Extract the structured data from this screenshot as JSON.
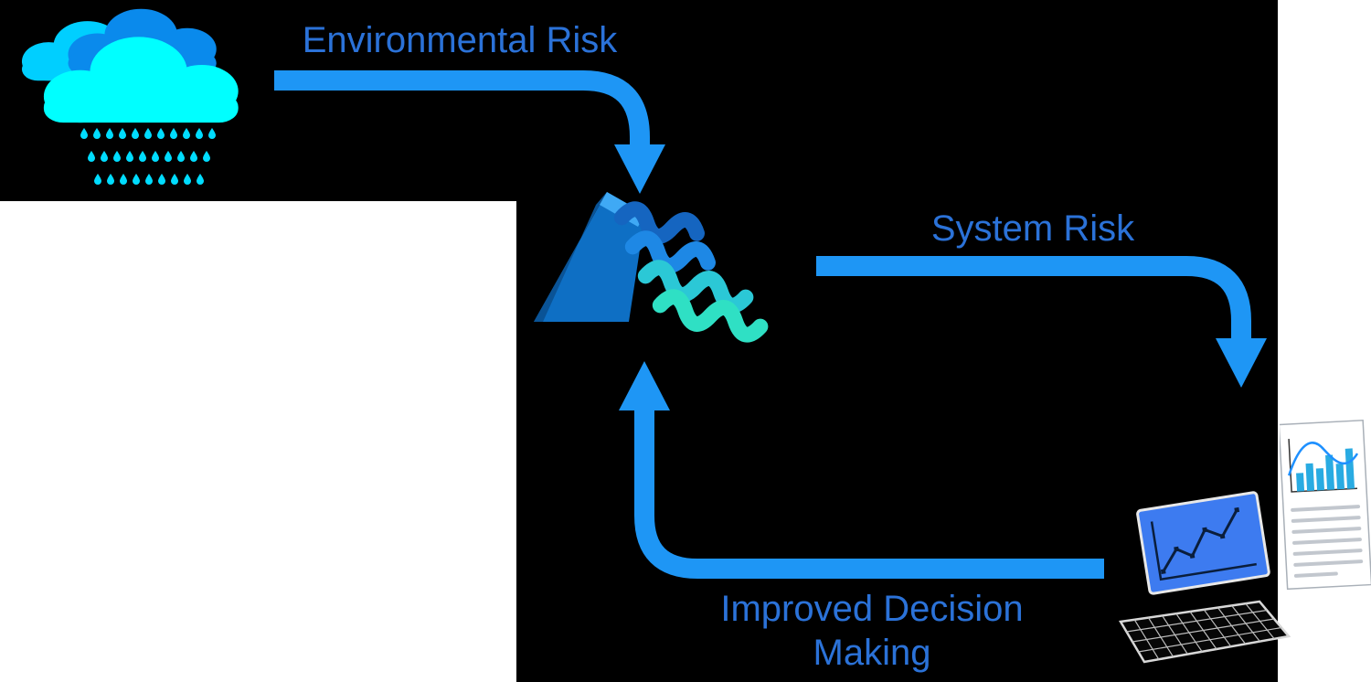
{
  "diagram": {
    "nodes": [
      {
        "id": "rain-clouds",
        "icon": "rain-clouds-icon"
      },
      {
        "id": "dam",
        "icon": "dam-icon"
      },
      {
        "id": "decision-outputs",
        "icon": "laptop-chart-icon"
      },
      {
        "id": "report",
        "icon": "report-document-icon"
      }
    ],
    "edges": [
      {
        "from": "rain-clouds",
        "to": "dam",
        "label": "Environmental Risk"
      },
      {
        "from": "dam",
        "to": "report",
        "label": "System Risk"
      },
      {
        "from": "decision-outputs",
        "to": "dam",
        "label": "Improved Decision Making"
      }
    ],
    "colors": {
      "arrow_color": "#1E96F5",
      "label_color": "#2B72D8",
      "panel_color": "#000000",
      "canvas_color": "#FFFFFF",
      "cloud_back": "#00CFFF",
      "cloud_mid": "#0A8AEC",
      "cloud_front": "#00FFFF",
      "rain_color": "#00DCFF",
      "dam_front": "#0E6FC4",
      "dam_side": "#0A5396",
      "dam_top": "#3FA9F5",
      "ribbon_blue_1": "#1565C0",
      "ribbon_blue_2": "#1E88E5",
      "ribbon_teal_1": "#2BC8D6",
      "ribbon_teal_2": "#2FE0C4",
      "screen_blue": "#3D7BF0",
      "bar_blue": "#29ABE2",
      "doc_curve": "#1E90FF",
      "paper_line": "#C2C7CE"
    }
  }
}
